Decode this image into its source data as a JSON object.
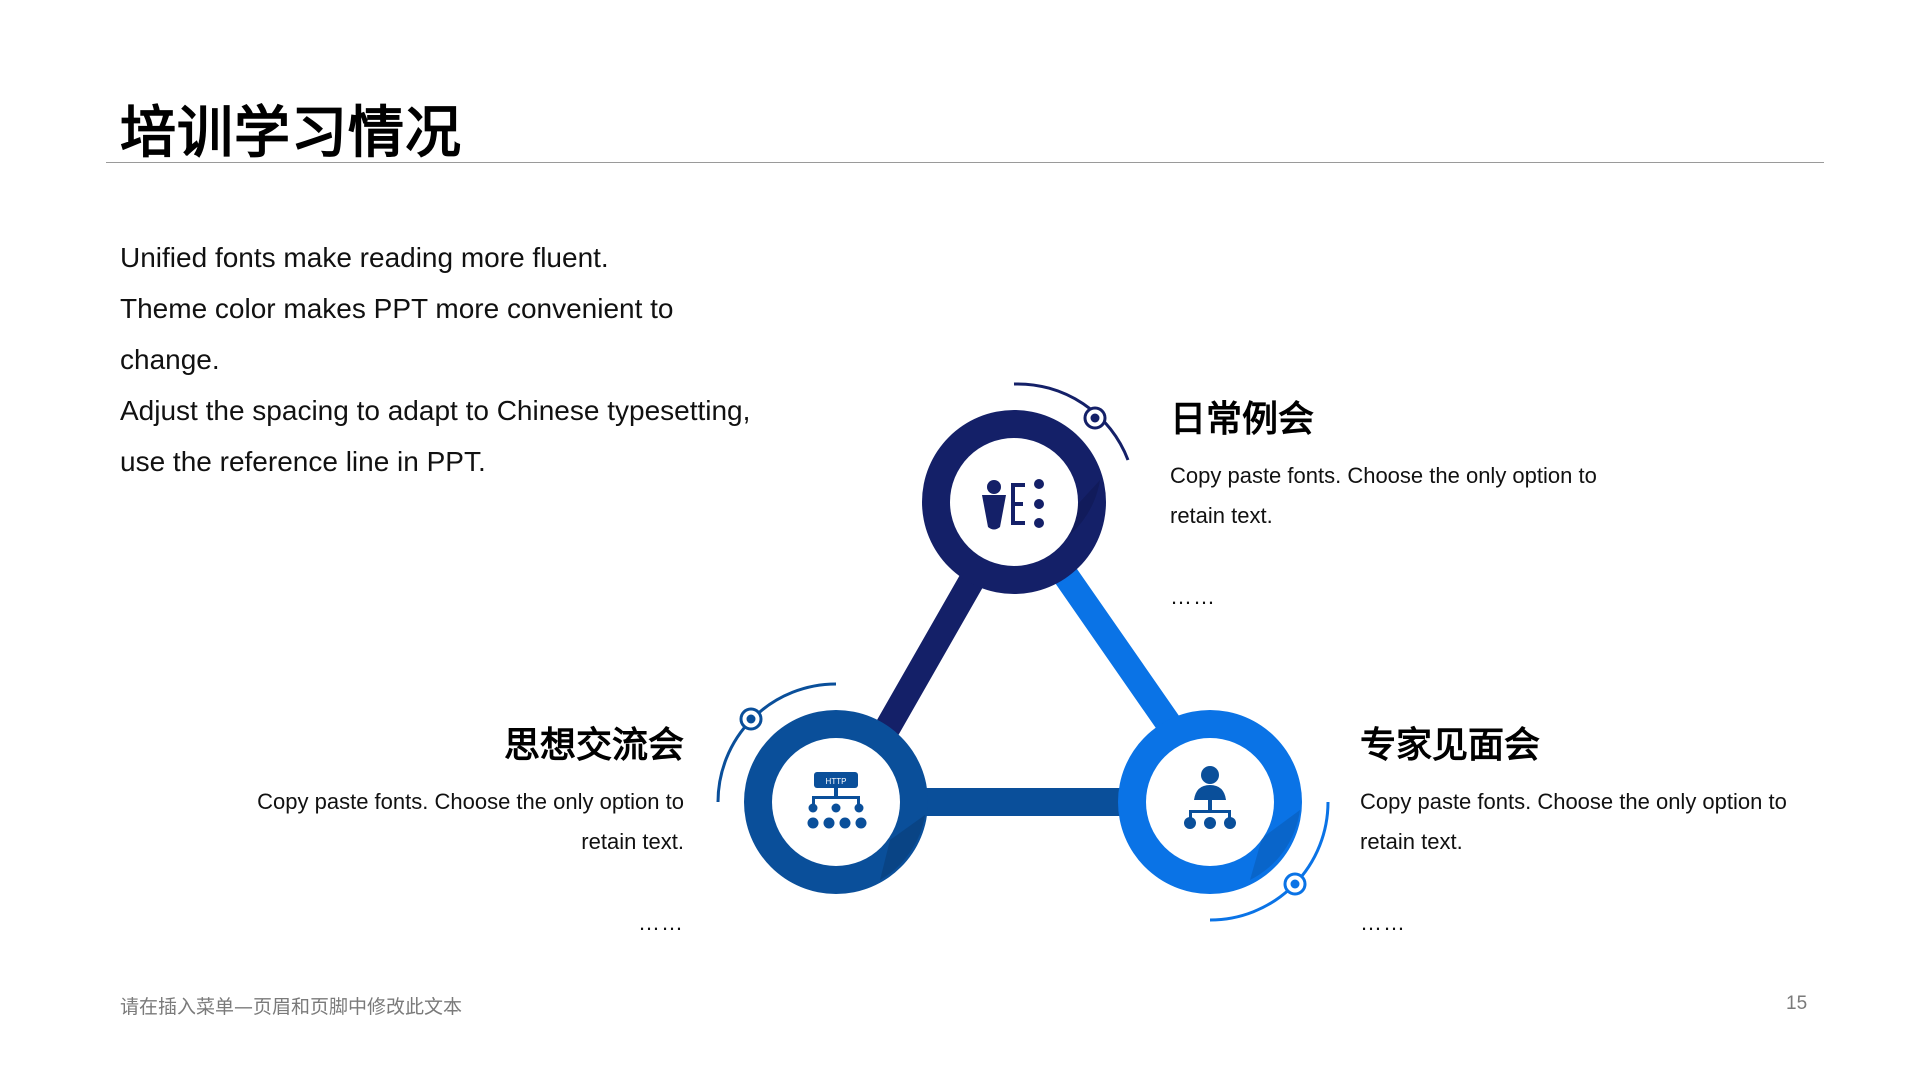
{
  "slide": {
    "title": "培训学习情况",
    "intro_lines": [
      "Unified fonts make reading more fluent.",
      "Theme color makes PPT more convenient to change.",
      "Adjust the spacing to adapt to Chinese typesetting, use the reference line in PPT."
    ]
  },
  "items": [
    {
      "heading": "日常例会",
      "body": "Copy paste fonts. Choose the only option to retain text.",
      "ellipsis": "……",
      "icon": "presenter-icon",
      "color": "#142068"
    },
    {
      "heading": "思想交流会",
      "body": "Copy paste fonts. Choose the only option to retain text.",
      "ellipsis": "……",
      "icon": "http-network-icon",
      "color": "#0a4f9a"
    },
    {
      "heading": "专家见面会",
      "body": "Copy paste fonts. Choose the only option to retain text.",
      "ellipsis": "……",
      "icon": "org-chart-person-icon",
      "color": "#0a73e6"
    }
  ],
  "icon_labels": {
    "http": "HTTP"
  },
  "footer": {
    "note": "请在插入菜单—页眉和页脚中修改此文本",
    "page_number": "15"
  }
}
